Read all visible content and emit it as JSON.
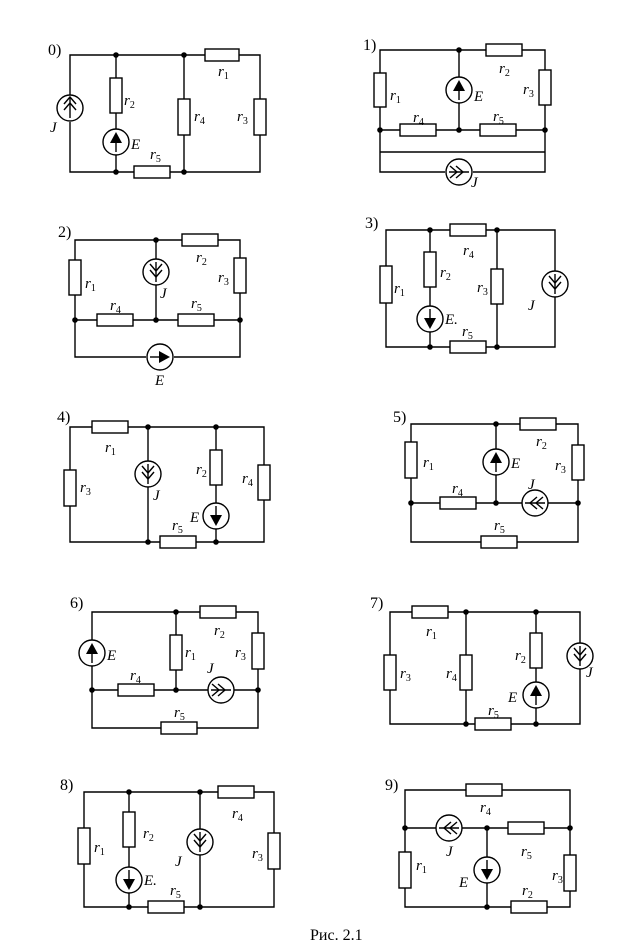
{
  "figure": {
    "caption": "Рис. 2.1"
  },
  "labels": {
    "J": "J",
    "E": "E",
    "r": "r",
    "one": "1",
    "two": "2",
    "three": "3",
    "four": "4",
    "five": "5",
    "E_dot": "E."
  },
  "circuits": [
    {
      "number": "0)"
    },
    {
      "number": "1)"
    },
    {
      "number": "2)"
    },
    {
      "number": "3)"
    },
    {
      "number": "4)"
    },
    {
      "number": "5)"
    },
    {
      "number": "6)"
    },
    {
      "number": "7)"
    },
    {
      "number": "8)"
    },
    {
      "number": "9)"
    }
  ]
}
